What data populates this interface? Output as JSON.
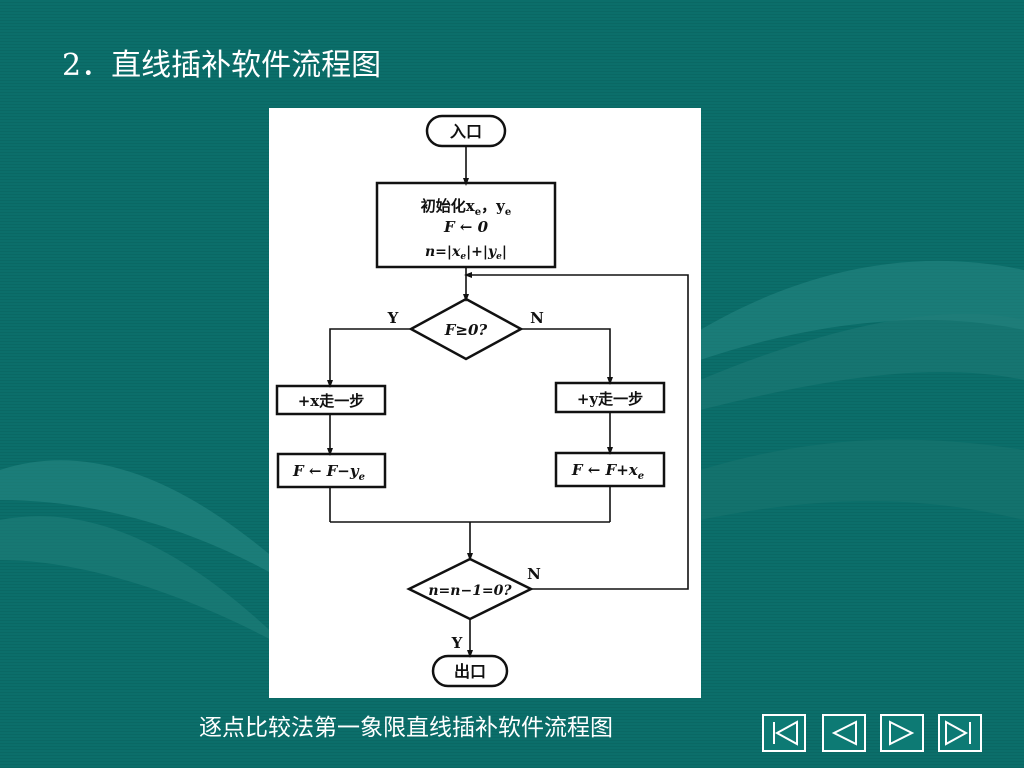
{
  "slide": {
    "title": "2．直线插补软件流程图",
    "caption": "逐点比较法第一象限直线插补软件流程图"
  },
  "flowchart": {
    "entry": "入口",
    "init_line1": "初始化x",
    "init_line1_sub": "e",
    "init_line1_sep": "，y",
    "init_line1_sub2": "e",
    "init_line2": "F ← 0",
    "init_line3": "n=|x",
    "init_line3_sub": "e",
    "init_line3_mid": "|+|y",
    "init_line3_sub2": "e",
    "init_line3_end": "|",
    "decision1": "F≥0?",
    "decision1_yes": "Y",
    "decision1_no": "N",
    "step_x": "+x走一步",
    "step_y": "+y走一步",
    "update_x": "F ← F−y",
    "update_x_sub": "e",
    "update_y": "F ← F+x",
    "update_y_sub": "e",
    "decision2": "n=n−1=0?",
    "decision2_no": "N",
    "decision2_yes": "Y",
    "exit": "出口"
  },
  "navigation": {
    "buttons": [
      "first",
      "previous",
      "next",
      "last"
    ],
    "icons": [
      "first-page-icon",
      "previous-page-icon",
      "next-page-icon",
      "last-page-icon"
    ]
  },
  "colors": {
    "background": "#0b6e6a",
    "text": "#ffffff",
    "diagram_ink": "#111111"
  }
}
